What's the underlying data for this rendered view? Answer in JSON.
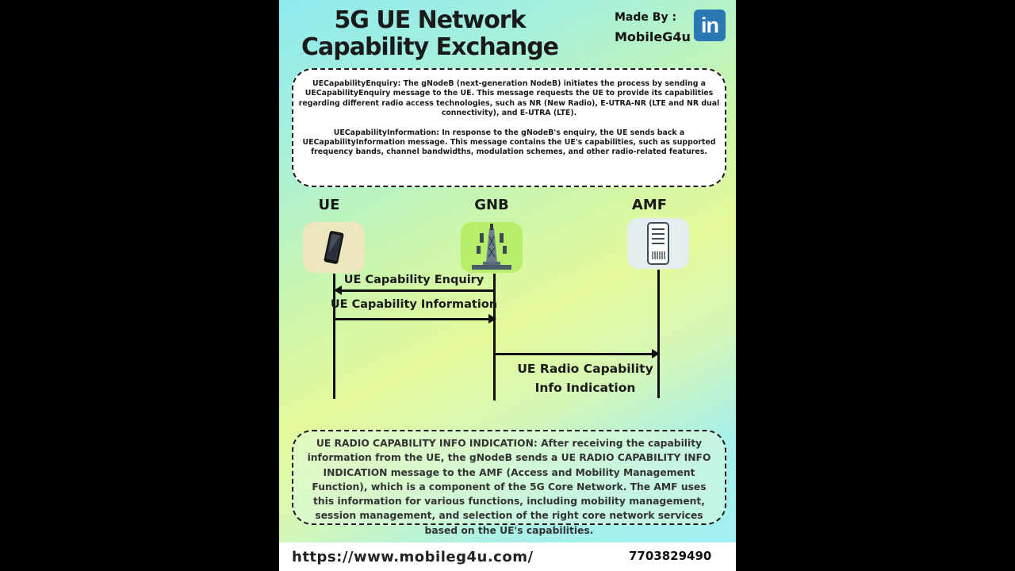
{
  "title": {
    "line1": "5G UE Network",
    "line2": "Capability Exchange"
  },
  "credit": {
    "made_by": "Made By :",
    "name": "MobileG4u",
    "logo_text": "in"
  },
  "intro": {
    "p1": "UECapabilityEnquiry: The gNodeB (next-generation NodeB) initiates the process by sending a UECapabilityEnquiry message to the UE. This message requests the UE to provide its capabilities regarding different radio access technologies, such as NR (New Radio), E-UTRA-NR (LTE and NR dual connectivity), and E-UTRA (LTE).",
    "p2": "UECapabilityInformation: In response to the gNodeB's enquiry, the UE sends back a UECapabilityInformation message. This message contains the UE's capabilities, such as supported frequency bands, channel bandwidths, modulation schemes, and other radio-related features."
  },
  "diagram": {
    "actors": [
      {
        "label": "UE",
        "icon": "smartphone-icon"
      },
      {
        "label": "GNB",
        "icon": "cell-tower-icon"
      },
      {
        "label": "AMF",
        "icon": "server-icon"
      }
    ],
    "messages": [
      {
        "label": "UE Capability Enquiry",
        "from": "GNB",
        "to": "UE"
      },
      {
        "label": "UE Capability Information",
        "from": "UE",
        "to": "GNB"
      },
      {
        "label_line1": "UE Radio Capability",
        "label_line2": "Info Indication",
        "from": "GNB",
        "to": "AMF"
      }
    ]
  },
  "summary": "UE RADIO CAPABILITY INFO INDICATION: After receiving the capability information from the UE, the gNodeB sends a UE RADIO CAPABILITY INFO INDICATION message to the AMF (Access and Mobility Management Function), which is a component of the 5G Core Network. The AMF uses this information for various functions, including mobility management, session management, and selection of the right core network services based on the UE's capabilities.",
  "footer": {
    "url": "https://www.mobileg4u.com/",
    "phone": "7703829490"
  },
  "colors": {
    "linkedin": "#2a77b3",
    "line": "#111111"
  }
}
